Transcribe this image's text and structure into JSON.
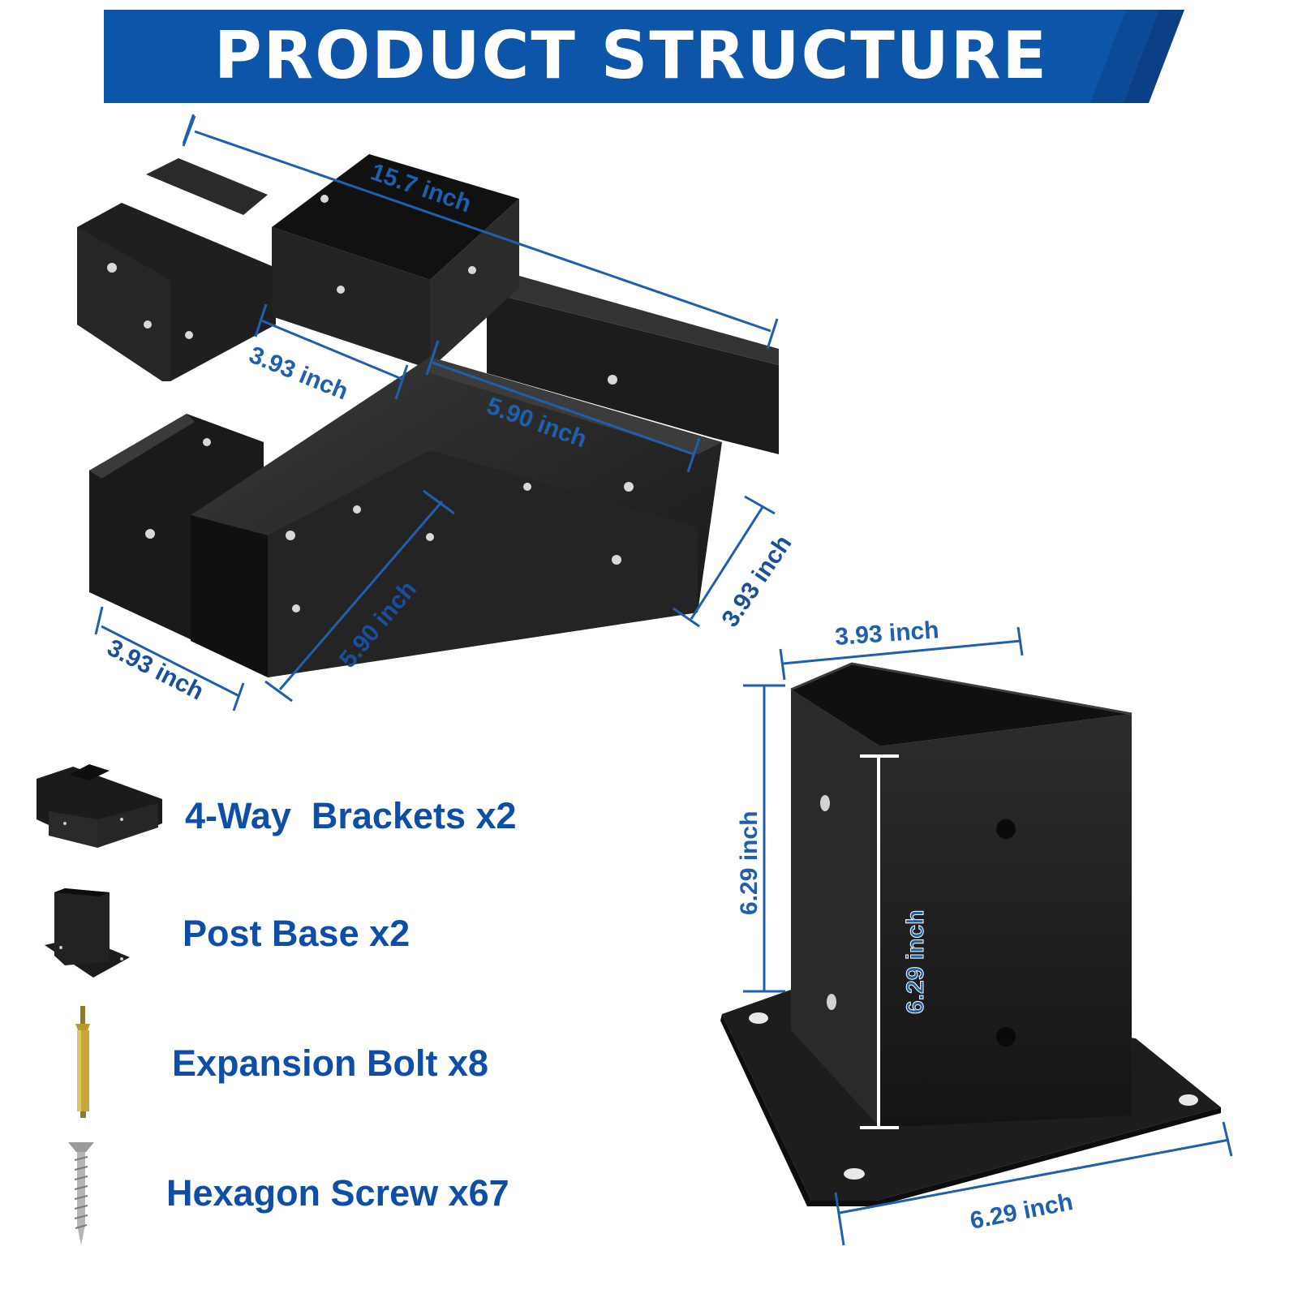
{
  "banner": {
    "title": "PRODUCT STRUCTURE"
  },
  "bracket_dimensions": {
    "overall_length": "15.7 inch",
    "inner_width": "3.93 inch",
    "arm_length_top": "5.90 inch",
    "arm_length_front": "5.90 inch",
    "right_height": "3.93 inch",
    "left_height": "3.93 inch"
  },
  "post_base_dimensions": {
    "top_width": "3.93 inch",
    "outer_height": "6.29 inch",
    "inner_height": "6.29 inch",
    "plate_width": "6.29 inch"
  },
  "parts": [
    {
      "label": "4-Way  Brackets x2",
      "icon": "four-way-bracket-icon"
    },
    {
      "label": "Post Base x2",
      "icon": "post-base-icon"
    },
    {
      "label": "Expansion Bolt x8",
      "icon": "expansion-bolt-icon"
    },
    {
      "label": "Hexagon Screw x67",
      "icon": "hexagon-screw-icon"
    }
  ],
  "colors": {
    "banner_blue": "#0d55a8",
    "label_blue": "#0f4ea6",
    "metal_black": "#1e1e1e"
  }
}
